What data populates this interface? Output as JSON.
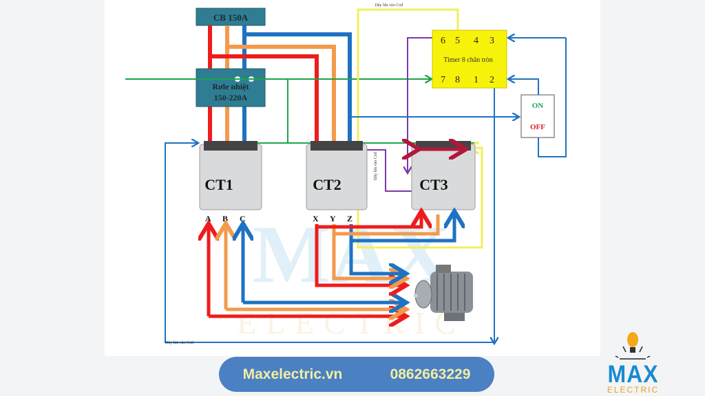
{
  "diagram": {
    "cb_label": "CB 150A",
    "relay_label_1": "Rơle nhiệt",
    "relay_label_2": "150-220A",
    "coil_wire_label": "Dây lửa vào Coil",
    "timer": {
      "title": "Timer 8 chân tròn",
      "top_pins": [
        "6",
        "5",
        "4",
        "3"
      ],
      "bottom_pins": [
        "7",
        "8",
        "1",
        "2"
      ]
    },
    "switch": {
      "on": "ON",
      "off": "OFF"
    },
    "contactors": [
      "CT1",
      "CT2",
      "CT3"
    ],
    "ct1_terminals": [
      "A",
      "B",
      "C"
    ],
    "ct2_terminals": [
      "X",
      "Y",
      "Z"
    ],
    "watermark": {
      "top": "MAX",
      "bottom": "ELECTRIC"
    }
  },
  "footer": {
    "website": "Maxelectric.vn",
    "phone": "0862663229"
  },
  "logo": {
    "top": "MAX",
    "bottom": "ELECTRIC"
  },
  "colors": {
    "red": "#ee1c1c",
    "orange": "#f39a4c",
    "blue": "#1e72c2",
    "green": "#1ea34a",
    "yellow": "#f2ef5a",
    "purple": "#7a3aa8",
    "box": "#2f7d93",
    "pill": "#4b80c3"
  }
}
